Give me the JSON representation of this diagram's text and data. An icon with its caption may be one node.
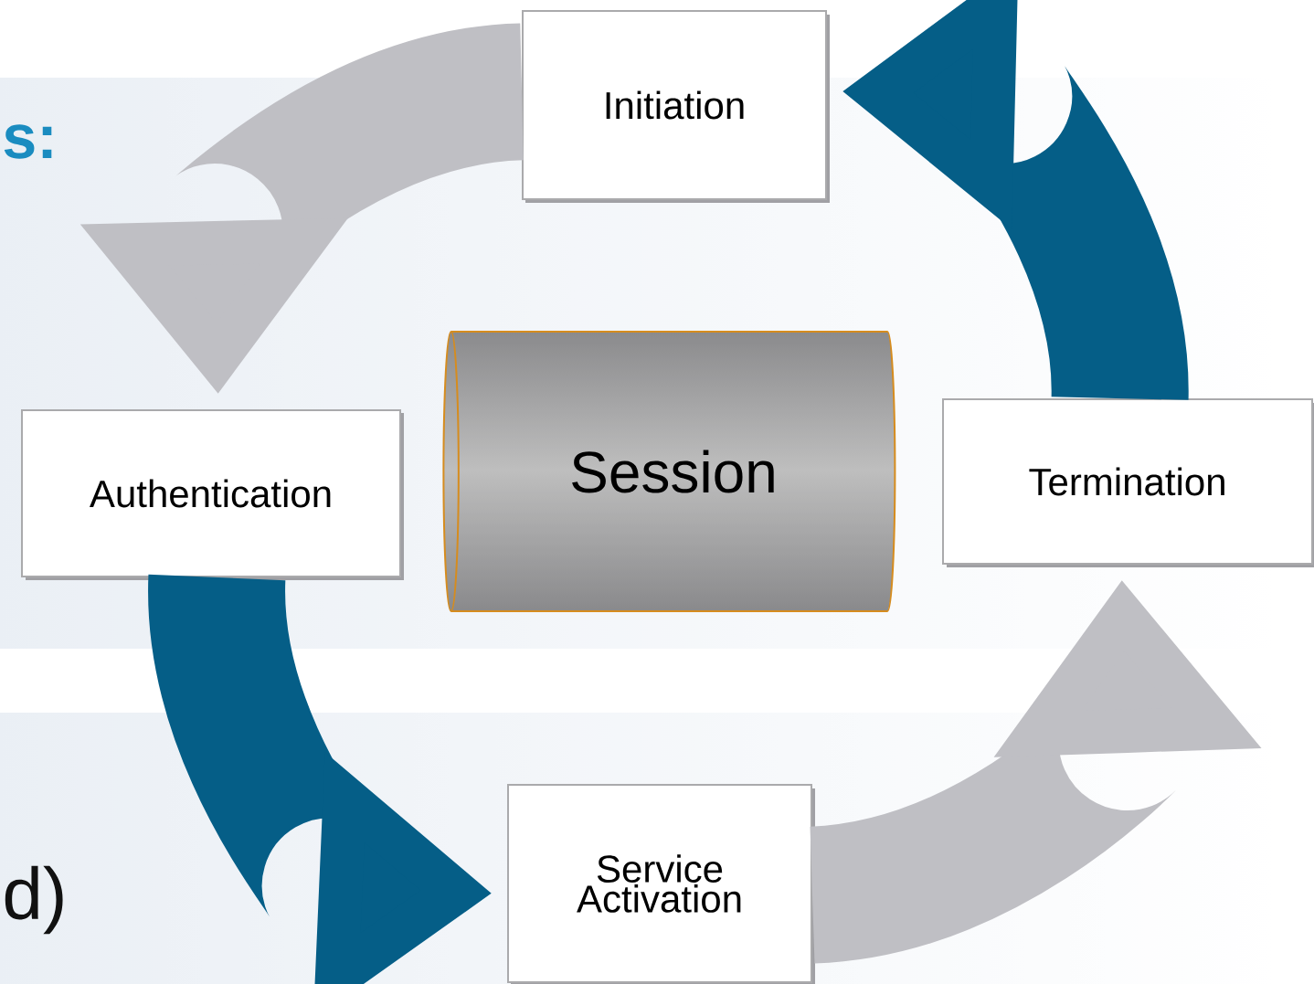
{
  "diagram": {
    "nodes": [
      {
        "text": [
          "Initiation"
        ]
      },
      {
        "text": [
          "Termination"
        ]
      },
      {
        "text": [
          "Service Activation"
        ]
      },
      {
        "text": [
          "Authentication"
        ]
      },
      {
        "text": [
          "Session"
        ]
      }
    ],
    "edges": [
      {
        "from": 0,
        "to": 3,
        "arrow": "to",
        "color": "#bfbfc4"
      },
      {
        "from": 3,
        "to": 2,
        "arrow": "to",
        "color": "#055e87"
      },
      {
        "from": 2,
        "to": 1,
        "arrow": "to",
        "color": "#bfbfc4"
      },
      {
        "from": 1,
        "to": 0,
        "arrow": "to",
        "color": "#055e87"
      }
    ],
    "labels": [
      "s:",
      "d)"
    ]
  }
}
